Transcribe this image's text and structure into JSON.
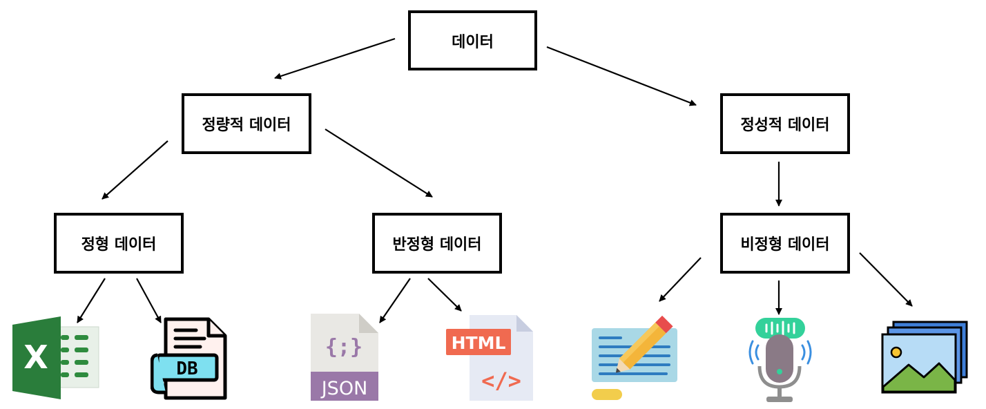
{
  "nodes": {
    "root": "데이터",
    "quantitative": "정량적 데이터",
    "qualitative": "정성적 데이터",
    "structured": "정형 데이터",
    "semi_structured": "반정형 데이터",
    "unstructured": "비정형 데이터"
  },
  "icons": {
    "excel": {
      "letter": "X"
    },
    "db": {
      "label": "DB"
    },
    "json": {
      "label": "JSON",
      "symbol": "{;}"
    },
    "html": {
      "label": "HTML",
      "symbol": "</>"
    },
    "text_doc": {
      "name": "pencil-document-icon"
    },
    "audio": {
      "name": "microphone-icon"
    },
    "image": {
      "name": "image-gallery-icon"
    }
  }
}
